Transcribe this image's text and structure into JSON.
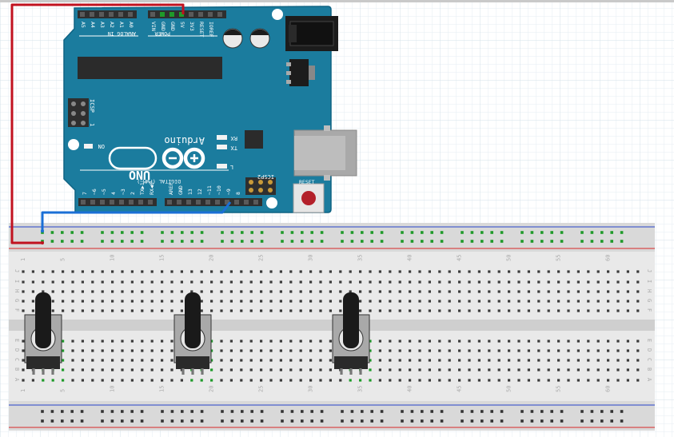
{
  "board": {
    "analog_in_label": "ANALOG IN",
    "power_label": "POWER",
    "analog_pins": [
      "A5",
      "A4",
      "A3",
      "A2",
      "A1",
      "A0"
    ],
    "power_pins": [
      "VIN",
      "GND",
      "GND",
      "5V",
      "3V3",
      "RESET",
      "IOREF"
    ],
    "brand": "Arduino",
    "model": "UNO",
    "icsp_label": "ICSP",
    "icsp2_label": "ICSP2",
    "pin1_label": "1",
    "on_label": "ON",
    "rx_label": "RX",
    "tx_label": "TX",
    "l_label": "L",
    "digital_label": "DIGITAL (PWM~)",
    "reset_label": "RESET",
    "digital_pins_right": [
      "AREF",
      "GND",
      "13",
      "12",
      "~11",
      "~10",
      "~9",
      "8"
    ],
    "digital_pins_left": [
      "7",
      "~6",
      "~5",
      "4",
      "~3",
      "2",
      "TX▶1",
      "RX◀0"
    ]
  },
  "breadboard": {
    "column_numbers": [
      "1",
      "5",
      "10",
      "15",
      "20",
      "25",
      "30",
      "35",
      "40",
      "45",
      "50",
      "55",
      "60"
    ],
    "row_letters_top": [
      "J",
      "I",
      "H",
      "G",
      "F"
    ],
    "row_letters_bottom": [
      "E",
      "D",
      "C",
      "B",
      "A"
    ]
  },
  "components": {
    "potentiometers": [
      "pot-1",
      "pot-2",
      "pot-3"
    ]
  },
  "colors": {
    "board": "#1b7c9e",
    "board_edge": "#0f6383",
    "wire_power": "#c1121f",
    "wire_ground": "#1a6fd6",
    "breadboard": "#e3e3e3",
    "connected_hole": "#1f9a2a",
    "rail_red": "#d62828",
    "rail_blue": "#2743c9"
  }
}
